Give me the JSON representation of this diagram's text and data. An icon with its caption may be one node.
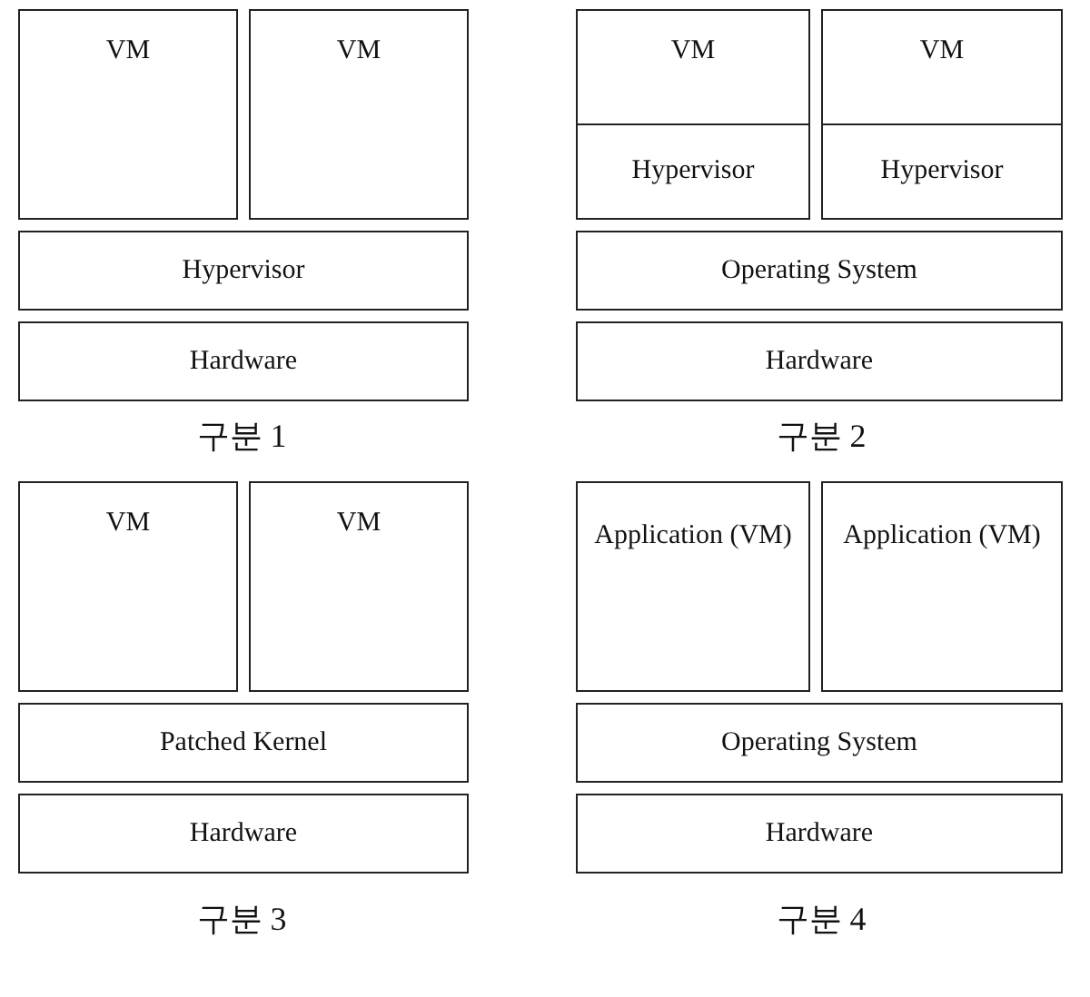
{
  "diagram": {
    "nodes": [
      {
        "text": [
          "VM"
        ]
      },
      {
        "text": [
          "VM"
        ]
      },
      {
        "text": [
          "Hypervisor"
        ]
      },
      {
        "text": [
          "Hardware"
        ]
      },
      {
        "text": [
          "VM"
        ]
      },
      {
        "text": [
          "VM"
        ]
      },
      {
        "text": [
          "Hypervisor"
        ]
      },
      {
        "text": [
          "Hypervisor"
        ]
      },
      {
        "text": [
          "Operating System"
        ]
      },
      {
        "text": [
          "Hardware"
        ]
      },
      {
        "text": [
          "VM"
        ]
      },
      {
        "text": [
          "VM"
        ]
      },
      {
        "text": [
          "Patched Kernel"
        ]
      },
      {
        "text": [
          "Hardware"
        ]
      },
      {
        "text": [
          "Application (VM)"
        ]
      },
      {
        "text": [
          "Application (VM)"
        ]
      },
      {
        "text": [
          "Operating System"
        ]
      },
      {
        "text": [
          "Hardware"
        ]
      }
    ],
    "labels": [
      "구분 1",
      "구분 2",
      "구분 3",
      "구분 4"
    ]
  }
}
